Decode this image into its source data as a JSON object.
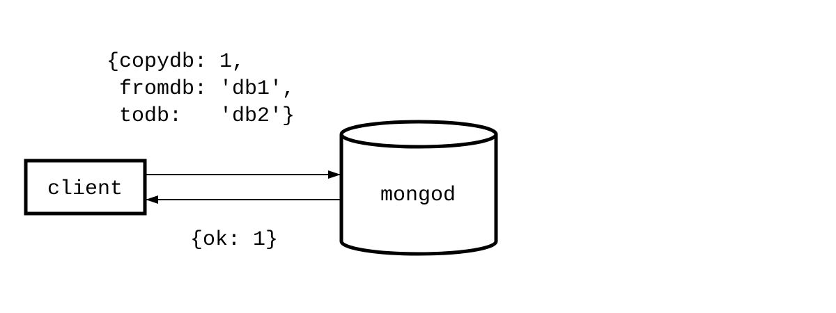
{
  "nodes": {
    "client": {
      "label": "client"
    },
    "server": {
      "label": "mongod"
    }
  },
  "request": {
    "lines": [
      "{copydb: 1,",
      " fromdb: 'db1',",
      " todb:   'db2'}"
    ]
  },
  "response": {
    "text": "{ok: 1}"
  },
  "colors": {
    "stroke": "#000000",
    "background": "#ffffff"
  }
}
